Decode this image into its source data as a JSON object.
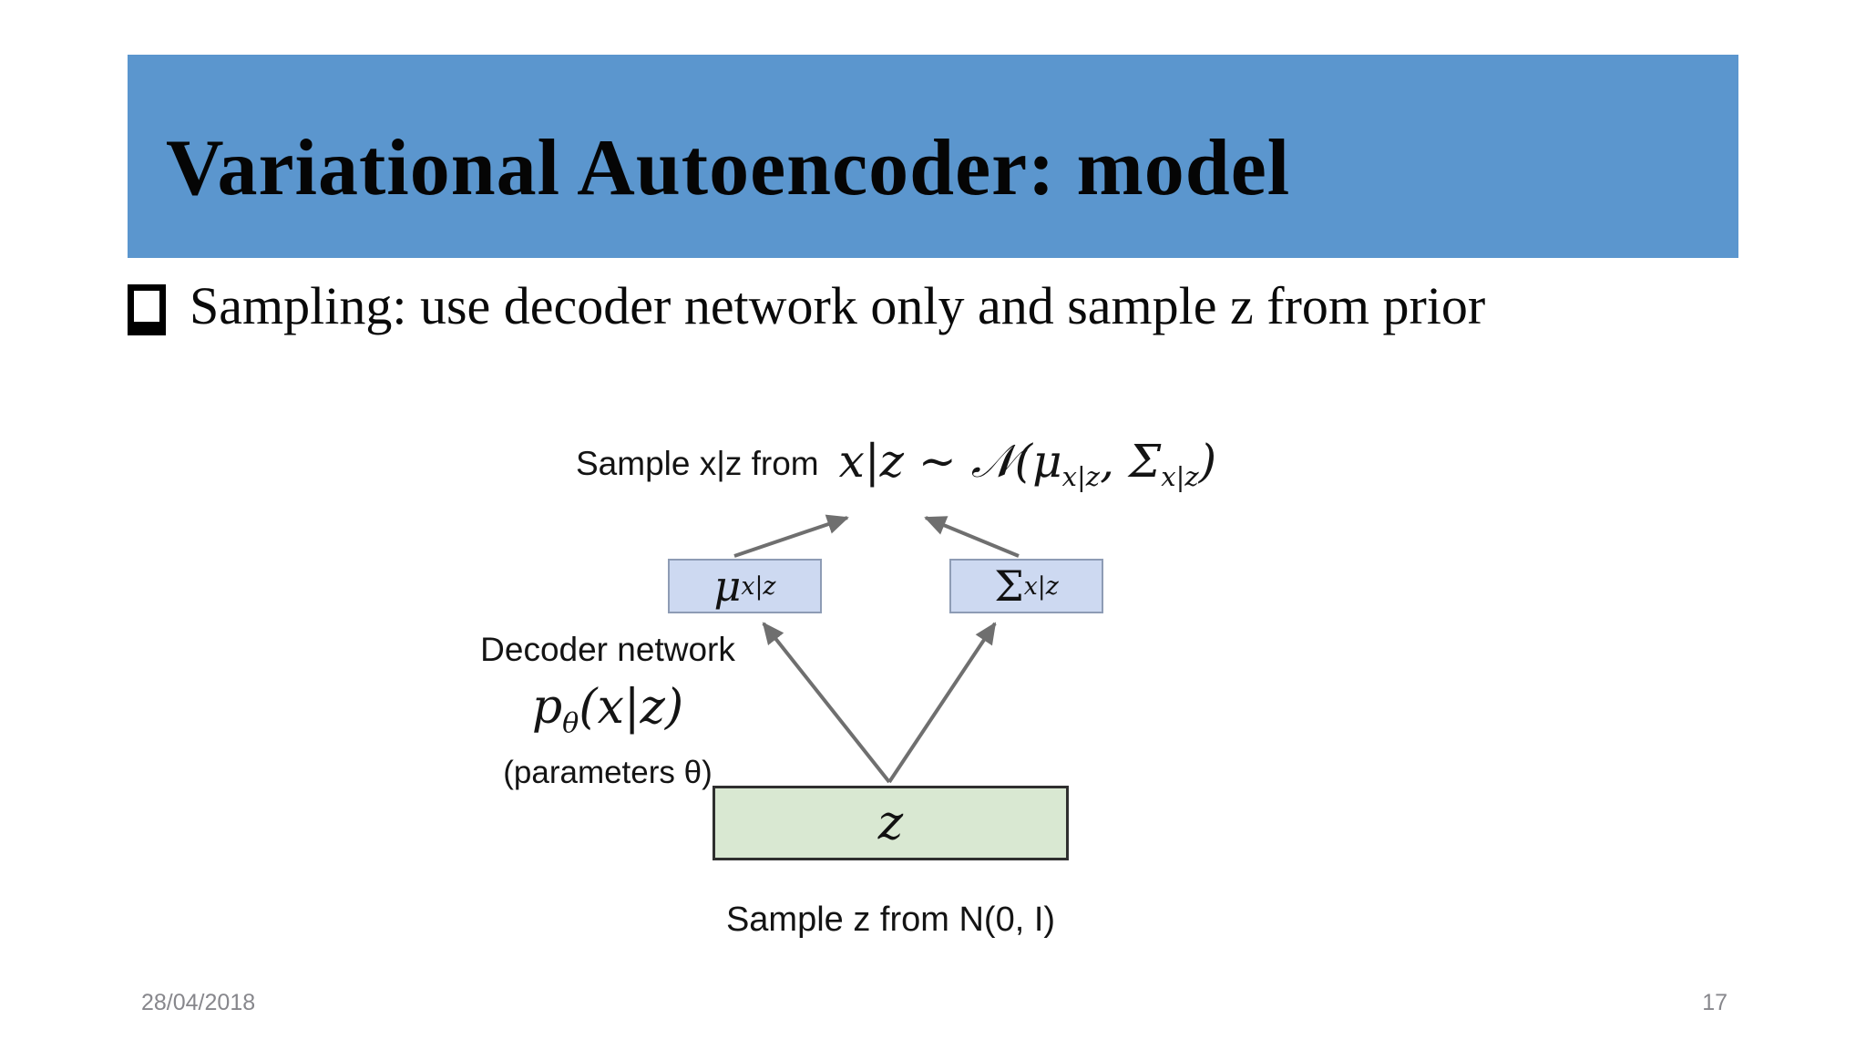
{
  "header": {
    "title": "Variational Autoencoder: model",
    "bg_color": "#5b96ce"
  },
  "bullet": {
    "text": "Sampling: use decoder network only and sample z from prior"
  },
  "diagram": {
    "sample_x_label": "Sample x|z from",
    "formula": {
      "lhs": "x|z",
      "sim": "∼",
      "script_n": "𝒩",
      "open_paren": "(",
      "mu": "μ",
      "mu_sub": "x|z",
      "comma": ", ",
      "sigma": "Σ",
      "sigma_sub": "x|z",
      "close_paren": ")"
    },
    "mu_box": {
      "symbol": "μ",
      "subscript": "x|z",
      "fill": "#cdd9f1"
    },
    "sigma_box": {
      "symbol": "Σ",
      "subscript": "x|z",
      "fill": "#cdd9f1"
    },
    "decoder": {
      "line1": "Decoder network",
      "p": "p",
      "theta_sub": "θ",
      "args": "(x|z)",
      "line3": "(parameters θ)"
    },
    "z_box": {
      "label": "z",
      "fill": "#d9e8d2"
    },
    "sample_z_label": "Sample z from N(0, I)",
    "arrow_color": "#6f6f6f"
  },
  "footer": {
    "date": "28/04/2018",
    "page": "17"
  }
}
